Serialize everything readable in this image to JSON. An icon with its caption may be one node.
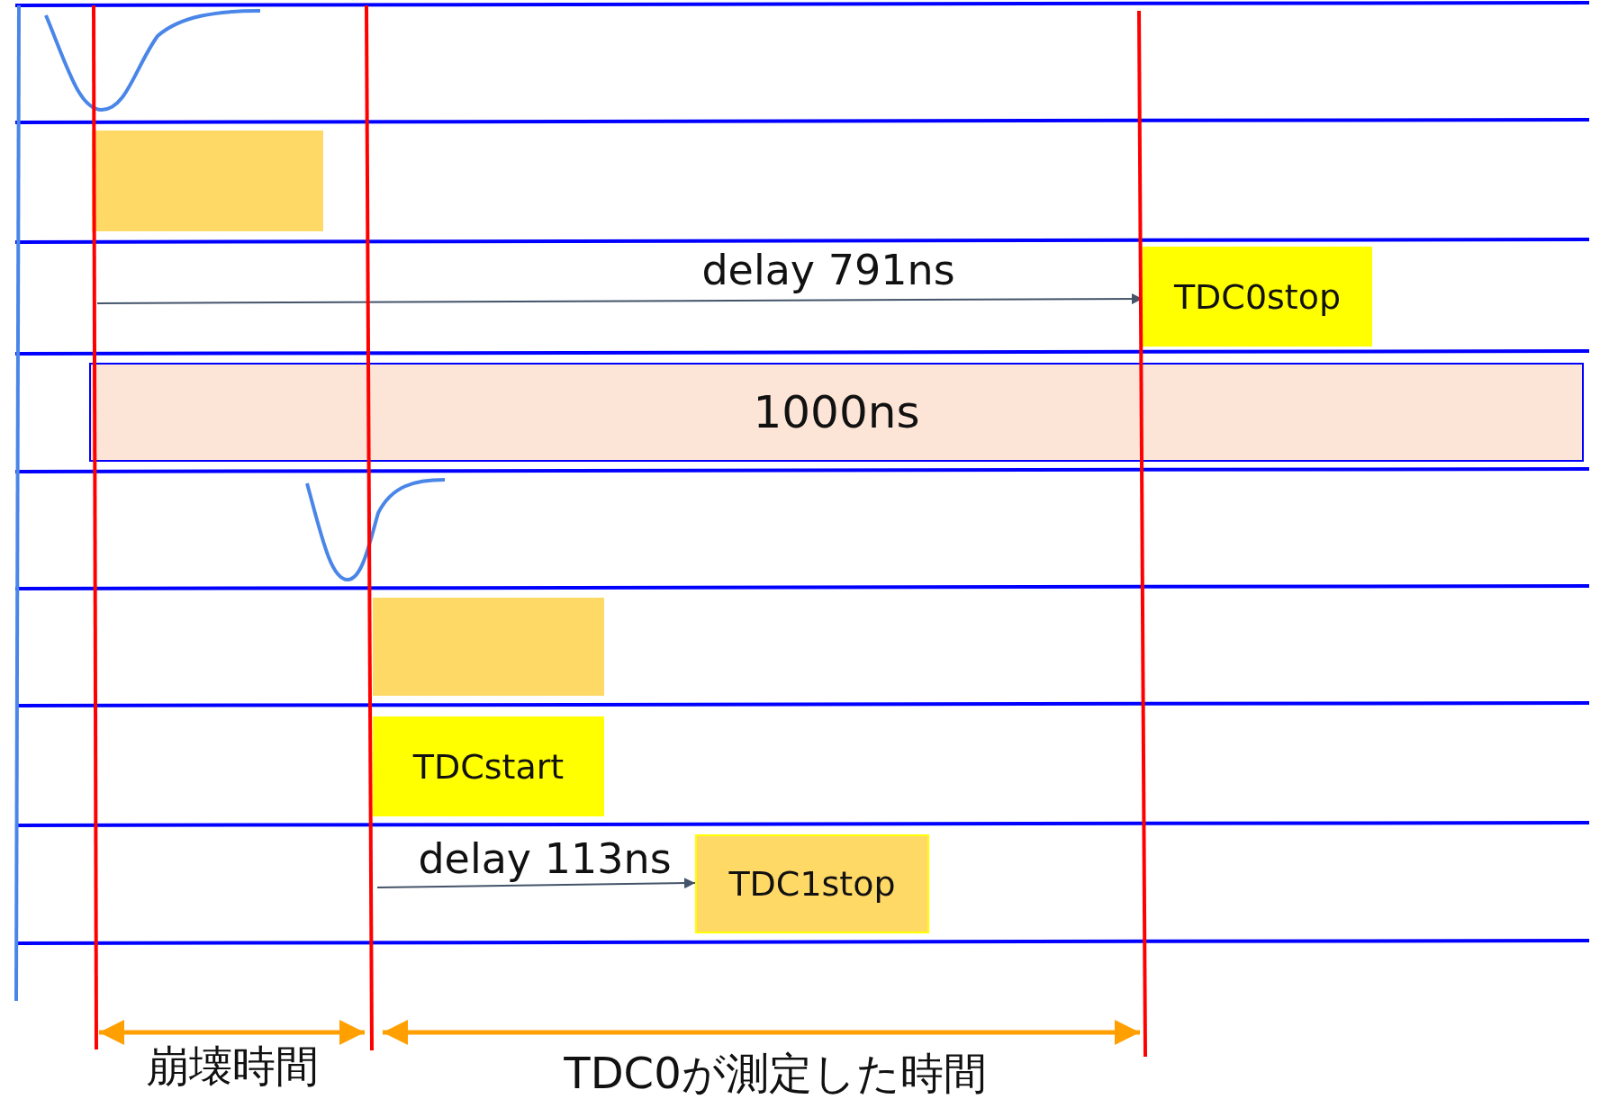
{
  "diagram": {
    "nodes": [
      {
        "text": [],
        "shape": "box"
      },
      {
        "text": [
          "TDC0stop"
        ]
      },
      {
        "text": [
          "1000ns"
        ]
      },
      {
        "text": [],
        "shape": "box"
      },
      {
        "text": [
          "TDCstart"
        ]
      },
      {
        "text": [
          "TDC1stop"
        ]
      }
    ],
    "edges": [
      {
        "from": null,
        "to": 1,
        "arrow": "to",
        "label": "delay 791ns"
      },
      {
        "from": null,
        "to": 5,
        "arrow": "to",
        "label": "delay 113ns"
      }
    ],
    "labels": [
      "崩壊時間",
      "TDC0が測定した時間"
    ]
  }
}
